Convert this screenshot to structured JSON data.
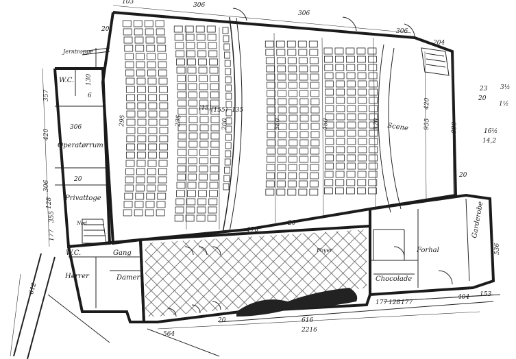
{
  "rooms": {
    "fornhal": "Forhal",
    "chocolade": "Chocolade",
    "garderobe": "Garderobe",
    "scene": "Scene",
    "operatorrum": "Operatørrum",
    "privattoge": "Privattoge",
    "gang": "Gang",
    "herrer": "Herrer",
    "damer": "Damer",
    "wc_top": "W.C.",
    "wc_bottom": "W.C.",
    "foyer": "Foyer",
    "jernttrappe": "Jerntrappe",
    "nod": "Nød"
  },
  "dimensions": {
    "top_306_a": "306",
    "top_306_b": "306",
    "top_306_c": "306",
    "top_204": "204",
    "top_103": "103",
    "top_20": "20",
    "left_357": "357",
    "left_420": "420",
    "left_306": "306",
    "left_128": "128",
    "left_355": "355",
    "left_177": "177",
    "left_612": "612",
    "op_306": "306",
    "op_20": "20",
    "bal_295": "295",
    "bal_235": "235",
    "bal_135": "135",
    "bal_13": "(13)",
    "bal_155": "(155)",
    "par_200": "200",
    "par_580": "580",
    "par_450": "450",
    "par_370": "370",
    "scene_955": "955",
    "scene_420": "420",
    "scene_890": "890",
    "scene_20": "20",
    "mid_170": "170",
    "mid_20": "20",
    "bot_536": "536",
    "bot_404": "404",
    "bot_153": "153",
    "bot_177a": "177",
    "bot_128": "128",
    "bot_177b": "177",
    "bot_616": "616",
    "bot_2216": "2216",
    "bot_564": "564",
    "bot_20": "20",
    "wc_130": "130",
    "wc_6": "6"
  },
  "notes": {
    "n1": "23",
    "n2": "20",
    "n3": "3½",
    "n4": "1½",
    "n5": "16½",
    "n6": "14,2"
  }
}
